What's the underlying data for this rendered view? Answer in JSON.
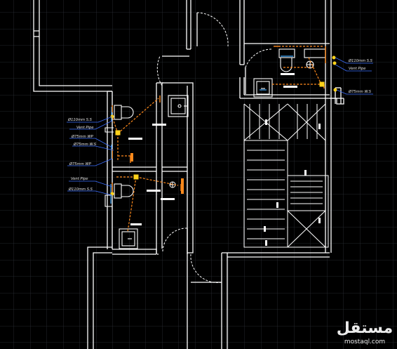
{
  "labels": {
    "left_wc_top": {
      "ss110": "Ø110mm S.S",
      "vent_pipe": "Vent Pipe",
      "wp75_a": "Ø75mm WP",
      "ws75": "Ø75mm W.S",
      "wp75_b": "Ø75mm WP"
    },
    "left_wc_bottom": {
      "vent_pipe": "Vent Pipe",
      "ss110": "Ø110mm S.S"
    },
    "right_wc": {
      "ss110": "Ø110mm S.S",
      "vent_pipe": "Vent Pipe",
      "ws75": "Ø75mm W.S"
    }
  },
  "watermark": {
    "arabic": "مستقل",
    "latin": "mostaql.com"
  },
  "colors": {
    "background": "#000000",
    "grid": "#2b2f36",
    "walls": "#ffffff",
    "pipes": "#ff8a1c",
    "fixture_accent": "#3fa9ff",
    "fitting": "#ffd21a",
    "leader": "#3d6fff"
  }
}
